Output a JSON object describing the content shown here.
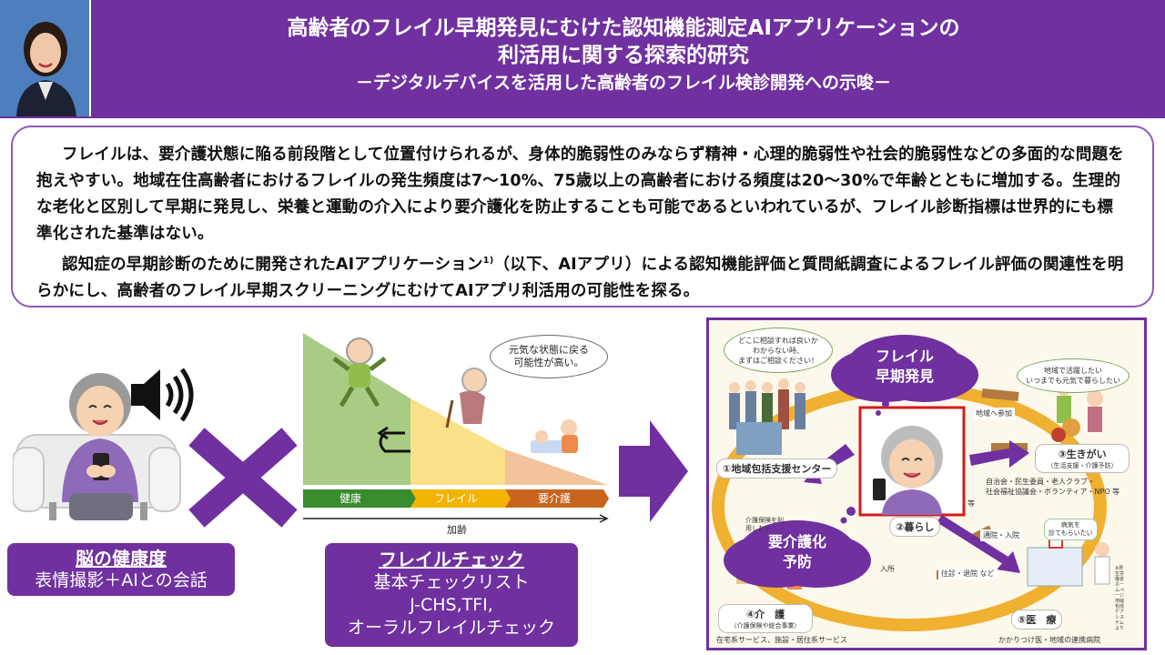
{
  "header": {
    "title_line1": "高齢者のフレイル早期発見にむけた認知機能測定AIアプリケーションの",
    "title_line2": "利活用に関する探索的研究",
    "subtitle": "－デジタルデバイスを活用した高齢者のフレイル検診開発への示唆－"
  },
  "abstract": {
    "para1": "フレイルは、要介護状態に陥る前段階として位置付けられるが、身体的脆弱性のみならず精神・心理的脆弱性や社会的脆弱性などの多面的な問題を抱えやすい。地域在住高齢者におけるフレイルの発生頻度は7～10%、75歳以上の高齢者における頻度は20～30%で年齢とともに増加する。生理的な老化と区別して早期に発見し、栄養と運動の介入により要介護化を防止することも可能であるといわれているが、フレイル診断指標は世界的にも標準化された基準はない。",
    "para2_a": "認知症の早期診断のために開発されたAIアプリケーション",
    "para2_sup": "1)",
    "para2_b": "（以下、AIアプリ）による認知機能評価と質問紙調査によるフレイル評価の関連性を明らかにし、高齢者のフレイル早期スクリーニングにむけてAIアプリ利活用の可能性を探る。"
  },
  "left_box": {
    "title": "脳の健康度",
    "sub": "表情撮影＋AIとの会話"
  },
  "middle_box": {
    "title": "フレイルチェック",
    "lines": [
      "基本チェックリスト",
      "J-CHS,TFI,",
      "オーラルフレイルチェック"
    ]
  },
  "frailty_chart": {
    "bubble": [
      "元気な状態に戻る",
      "可能性が高い。"
    ],
    "stages": [
      "健康",
      "フレイル",
      "要介護"
    ],
    "axis_label": "加齢",
    "colors": {
      "healthy": "#3a8a2e",
      "frail": "#f2b400",
      "care": "#c8641e"
    }
  },
  "diagram": {
    "cloud_top": [
      "フレイル",
      "早期発見"
    ],
    "cloud_bottom": [
      "要介護化",
      "予防"
    ],
    "bubble_left": [
      "どこに相談すれば良いか",
      "わからない時、",
      "まずはご相談ください！"
    ],
    "bubble_right": [
      "地域で活躍したい",
      "いつまでも元気で暮らしたい"
    ],
    "center1": "①地域包括支援センター",
    "center2": "②暮らし",
    "center3": "③生きがい",
    "center3_sub": "（生活支援・介護予防）",
    "center3_note": [
      "自治会・民生委員・老人クラブ・",
      "社会福祉協議会・ボランティア・NPO 等"
    ],
    "center4": "④介　護",
    "center4_sub": "（介護保険や総合事業）",
    "center4_note": "在宅系サービス、施設・居住系サービス",
    "center5": "⑤医　療",
    "center5_note": "かかりつけ医・地域の連携病院",
    "tag_community": "地域へ参加",
    "tag_visit": "通院・入院",
    "tag_home": "往診・退院 など",
    "tag_care": "介護保険を利用したい",
    "tag_sick": [
      "病気を",
      "診てもらいたい"
    ],
    "tag_nyusho": "入所",
    "tag_nado": "等",
    "credit": "※厚生労働省ホームページ 地域包括ケアシステムより"
  }
}
